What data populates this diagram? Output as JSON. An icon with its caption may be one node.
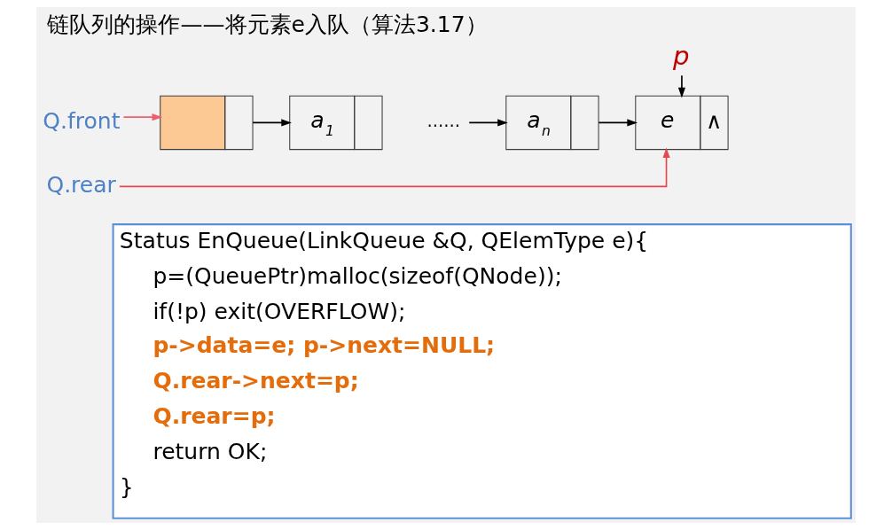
{
  "diagram": {
    "title": "链队列的操作——将元素e入队（算法3.17）",
    "nodes": [
      {
        "text": [
          "p"
        ]
      },
      {
        "text": [
          "Q.front"
        ]
      },
      {
        "text": [],
        "shape": "box"
      },
      {
        "text": [
          "a$_{1}$"
        ]
      },
      {
        "text": [
          "……"
        ]
      },
      {
        "text": [
          "a$_{n}$"
        ]
      },
      {
        "text": [
          "e",
          "∧"
        ]
      },
      {
        "text": [
          "Q.rear"
        ]
      },
      {
        "text": [
          "Status EnQueue(LinkQueue &Q, QElemType e){",
          "p=(QueuePtr)malloc(sizeof(QNode));",
          "if(!p) exit(OVERFLOW);",
          "p->data=e; p->next=NULL;",
          "Q.rear->next=p;",
          "Q.rear=p;",
          "return OK;",
          "}"
        ]
      }
    ],
    "edges": [
      {
        "from": 1,
        "to": 2,
        "arrow": "to",
        "color": "#f0606a"
      },
      {
        "from": 2,
        "to": 3,
        "arrow": "to"
      },
      {
        "from": 4,
        "to": 5,
        "arrow": "to"
      },
      {
        "from": 5,
        "to": 6,
        "arrow": "to"
      },
      {
        "from": 0,
        "to": 6,
        "arrow": "to"
      },
      {
        "from": 7,
        "to": 6,
        "arrow": "to",
        "color": "#e8474f"
      }
    ]
  }
}
